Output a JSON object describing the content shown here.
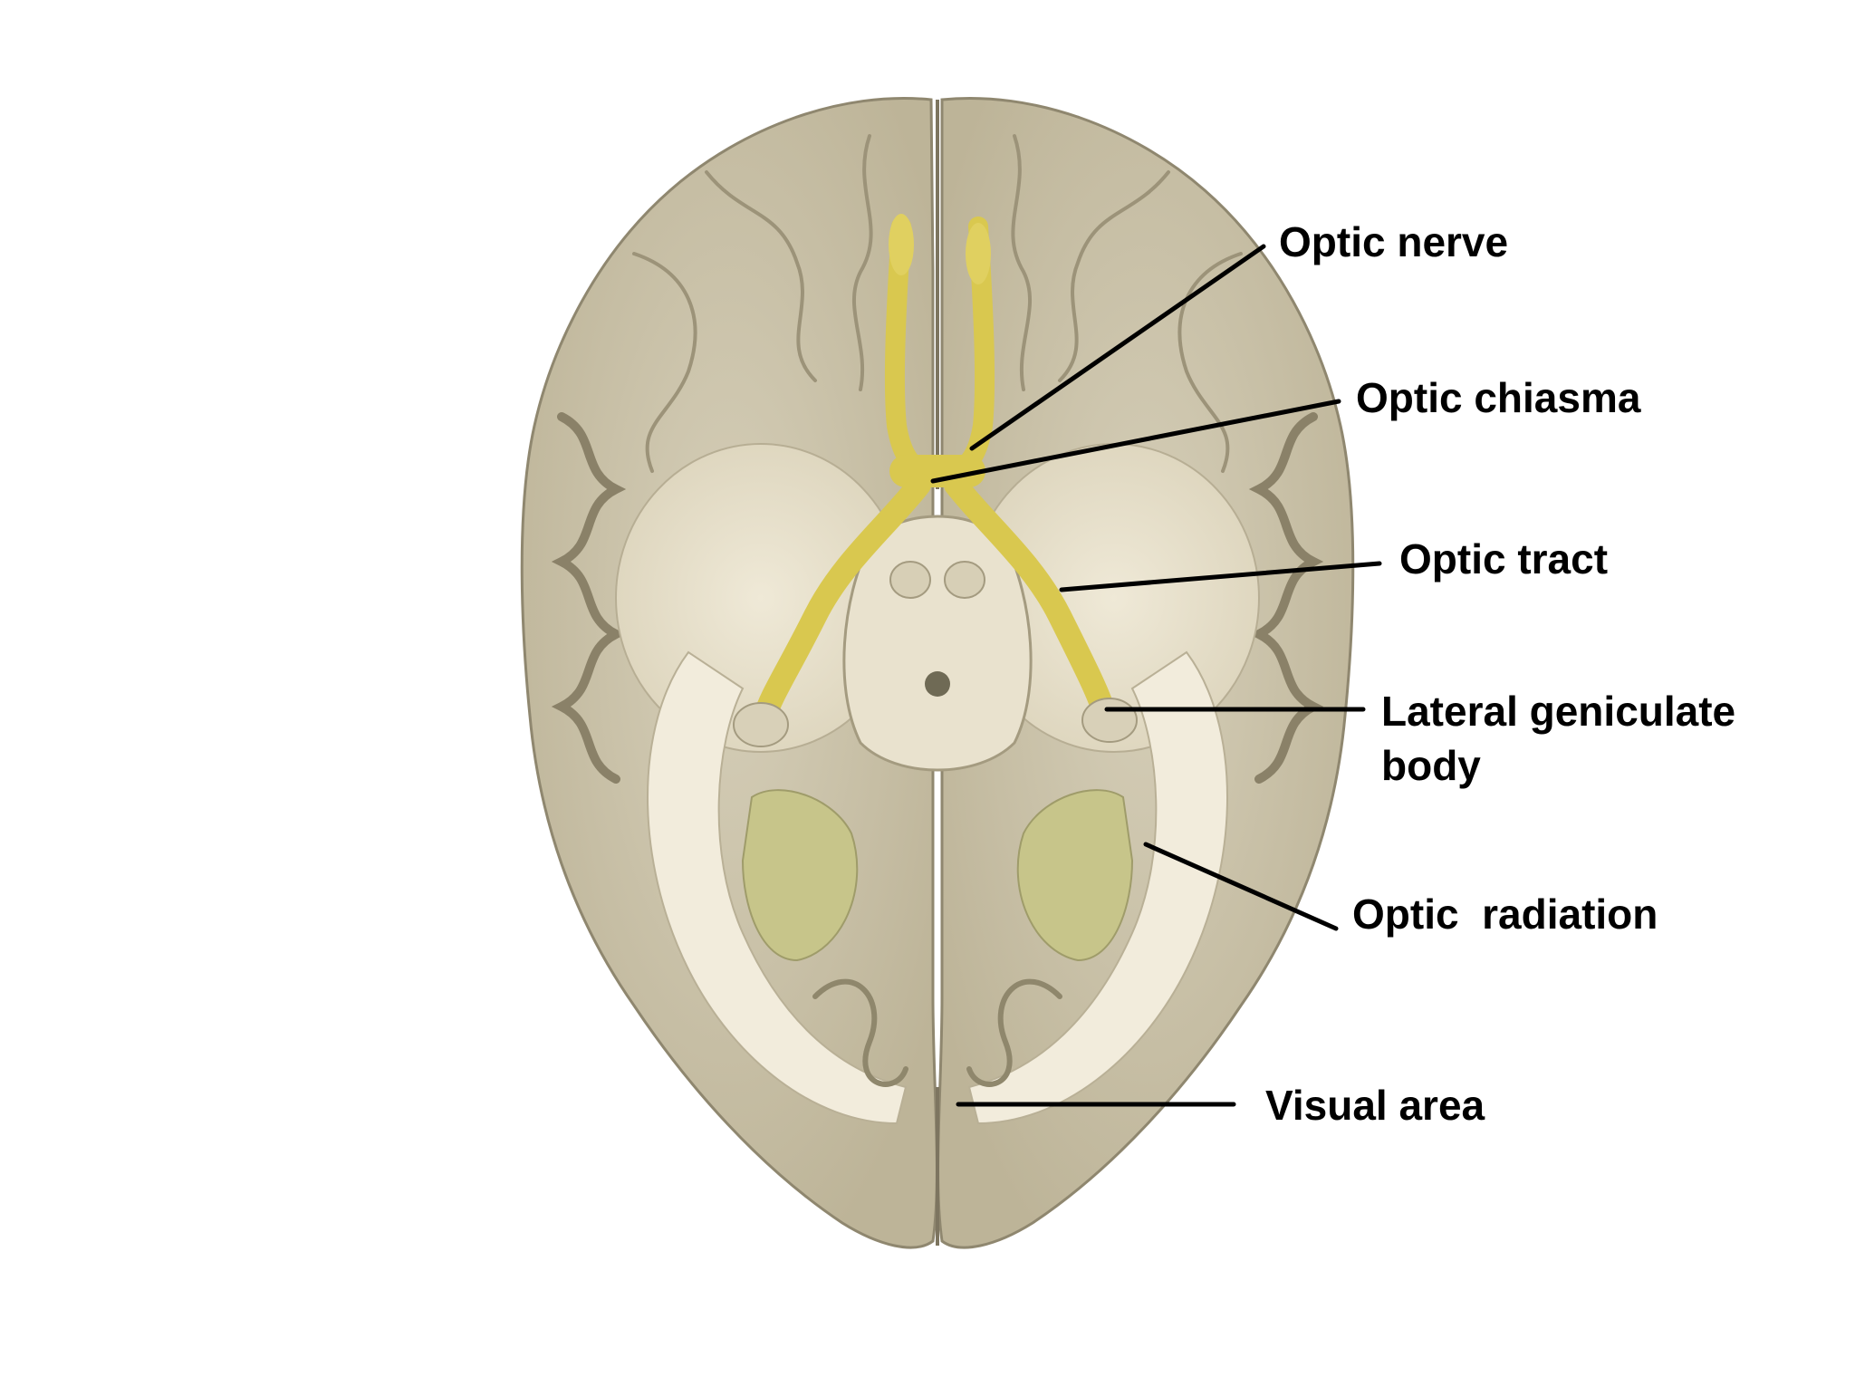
{
  "colors": {
    "background": "#ffffff",
    "brain_surface": "#c9c0a8",
    "brain_dark": "#9f977f",
    "white_matter": "#e6dfcb",
    "optic_pathway": "#d9c84f",
    "leader_line": "#000000",
    "label_text": "#000000"
  },
  "labels": {
    "optic_nerve": "Optic nerve",
    "optic_chiasma": "Optic chiasma",
    "optic_tract": "Optic tract",
    "lateral_geniculate_body_line1": "Lateral geniculate",
    "lateral_geniculate_body_line2": "body",
    "optic_radiation": "Optic  radiation",
    "visual_area": "Visual area"
  }
}
